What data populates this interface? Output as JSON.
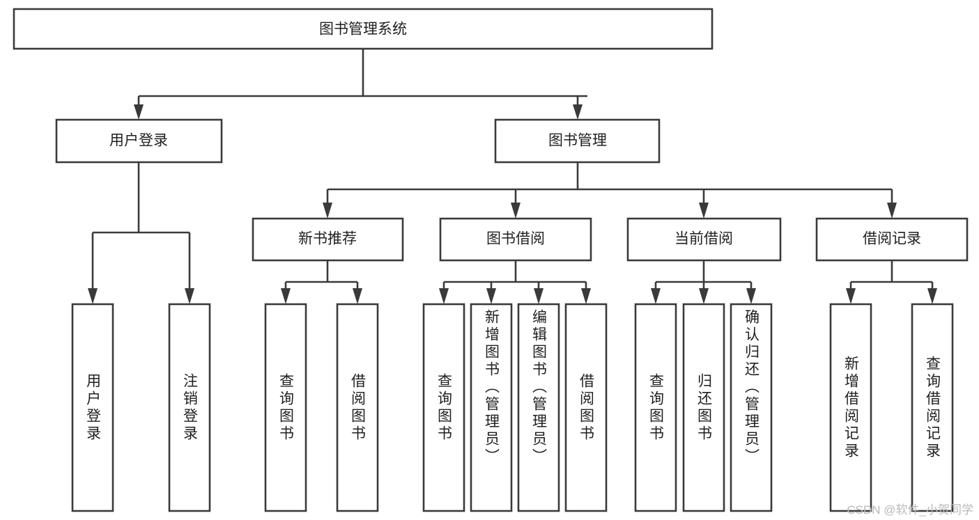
{
  "diagram": {
    "type": "tree",
    "title": "图书管理系统",
    "watermark": "CSDN @软件_小贺同学",
    "colors": {
      "stroke": "#3a3a3a",
      "box_fill": "#ffffff",
      "text": "#1f1f1f",
      "watermark": "#b9b9b9",
      "background": "#ffffff"
    },
    "root": {
      "label": "图书管理系统"
    },
    "level2": [
      {
        "label": "用户登录"
      },
      {
        "label": "图书管理"
      }
    ],
    "level3": [
      {
        "label": "新书推荐"
      },
      {
        "label": "图书借阅"
      },
      {
        "label": "当前借阅"
      },
      {
        "label": "借阅记录"
      }
    ],
    "leaves": {
      "user_login": [
        {
          "label": "用户登录"
        },
        {
          "label": "注销登录"
        }
      ],
      "new_book_recommend": [
        {
          "label": "查询图书"
        },
        {
          "label": "借阅图书"
        }
      ],
      "book_borrow": [
        {
          "label": "查询图书"
        },
        {
          "label": "新增图书（管理员）"
        },
        {
          "label": "编辑图书（管理员）"
        },
        {
          "label": "借阅图书"
        }
      ],
      "current_borrow": [
        {
          "label": "查询图书"
        },
        {
          "label": "归还图书"
        },
        {
          "label": "确认归还（管理员）"
        }
      ],
      "borrow_record": [
        {
          "label": "新增借阅记录"
        },
        {
          "label": "查询借阅记录"
        }
      ]
    }
  }
}
